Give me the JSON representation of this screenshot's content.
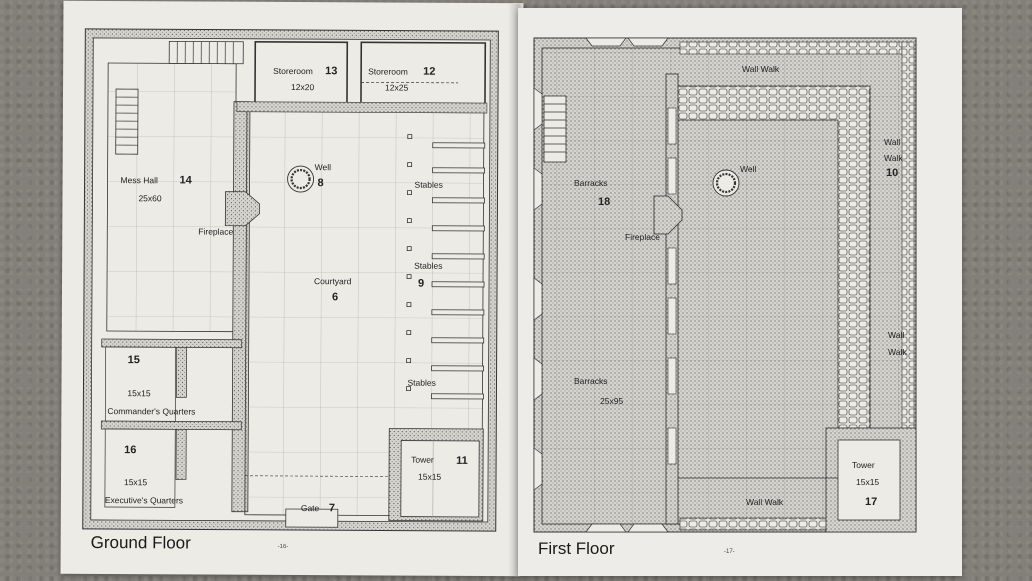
{
  "ground_floor": {
    "title": "Ground Floor",
    "page_number": "-16-",
    "rooms": {
      "storeroom_13": {
        "name": "Storeroom",
        "number": "13",
        "size": "12x20"
      },
      "storeroom_12": {
        "name": "Storeroom",
        "number": "12",
        "size": "12x25"
      },
      "mess_hall": {
        "name": "Mess Hall",
        "number": "14",
        "size": "25x60"
      },
      "fireplace": {
        "name": "Fireplace"
      },
      "well": {
        "name": "Well",
        "number": "8"
      },
      "stables_top": {
        "name": "Stables"
      },
      "stables_mid": {
        "name": "Stables",
        "number": "9"
      },
      "stables_bottom": {
        "name": "Stables"
      },
      "courtyard": {
        "name": "Courtyard",
        "number": "6"
      },
      "commanders_quarters": {
        "name": "Commander's Quarters",
        "number": "15",
        "size": "15x15"
      },
      "executives_quarters": {
        "name": "Executive's Quarters",
        "number": "16",
        "size": "15x15"
      },
      "tower": {
        "name": "Tower",
        "number": "11",
        "size": "15x15"
      },
      "gate": {
        "name": "Gate",
        "number": "7"
      }
    }
  },
  "first_floor": {
    "title": "First Floor",
    "page_number": "-17-",
    "rooms": {
      "wall_walk_top": {
        "name": "Wall Walk"
      },
      "wall_walk_right_top": {
        "line1": "Wall",
        "line2": "Walk",
        "number": "10"
      },
      "wall_walk_right_mid": {
        "line1": "Wall",
        "line2": "Walk"
      },
      "wall_walk_bottom": {
        "name": "Wall Walk"
      },
      "well": {
        "name": "Well"
      },
      "barracks_top": {
        "name": "Barracks",
        "number": "18"
      },
      "fireplace": {
        "name": "Fireplace"
      },
      "barracks_bottom": {
        "name": "Barracks",
        "size": "25x95"
      },
      "tower": {
        "name": "Tower",
        "number": "17",
        "size": "15x15"
      }
    }
  },
  "colors": {
    "paper": "#ecebe6",
    "ink": "#222222",
    "stone_fill": "#cfcdc8",
    "grid_line": "#a9a7a2",
    "carpet": "#838079"
  }
}
